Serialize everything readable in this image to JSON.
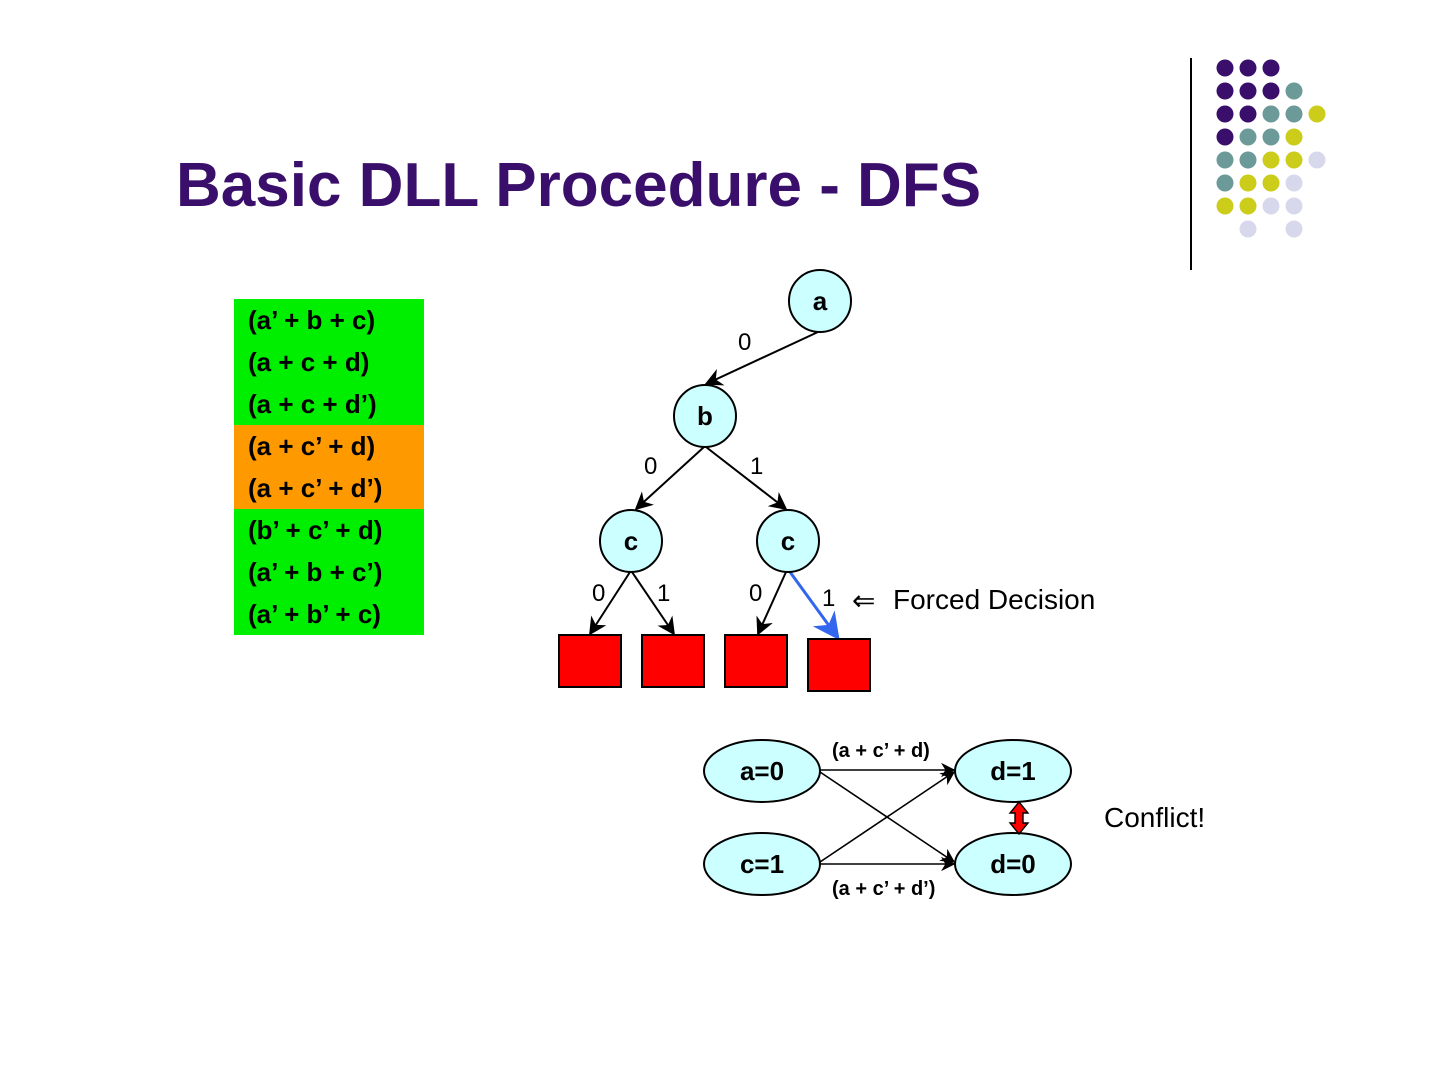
{
  "title": "Basic DLL Procedure - DFS",
  "colors": {
    "title": "#3a0f6b",
    "clause_ok": "#00ee00",
    "clause_conflict": "#ff9900",
    "node_fill": "#ccffff",
    "leaf_fill": "#ff0000",
    "forced_edge": "#3366ee",
    "conflict_arrow": "#ff0000",
    "dot_purple": "#3a0f6b",
    "dot_teal": "#6b9a98",
    "dot_olive": "#cccc1a",
    "dot_lavender": "#d8d8ec"
  },
  "clauses": [
    {
      "text": "(a’ + b + c)",
      "status": "ok"
    },
    {
      "text": "(a + c + d)",
      "status": "ok"
    },
    {
      "text": "(a + c + d’)",
      "status": "ok"
    },
    {
      "text": "(a + c’ + d)",
      "status": "conflict"
    },
    {
      "text": "(a + c’ + d’)",
      "status": "conflict"
    },
    {
      "text": "(b’ + c’ + d)",
      "status": "ok"
    },
    {
      "text": "(a’ + b + c’)",
      "status": "ok"
    },
    {
      "text": "(a’ + b’ + c)",
      "status": "ok"
    }
  ],
  "tree": {
    "nodes": {
      "root": "a",
      "level1": "b",
      "level2_left": "c",
      "level2_right": "c"
    },
    "edge_labels": {
      "a_to_b": "0",
      "b_to_c_left": "0",
      "b_to_c_right": "1",
      "c_left_to_leaf1": "0",
      "c_left_to_leaf2": "1",
      "c_right_to_leaf3": "0",
      "c_right_to_leaf4": "1"
    },
    "forced_arrow_symbol": "⇐",
    "forced_label": "Forced Decision"
  },
  "implication_graph": {
    "nodes": {
      "a0": "a=0",
      "c1": "c=1",
      "d1": "d=1",
      "d0": "d=0"
    },
    "top_clause": "(a + c’ + d)",
    "bottom_clause": "(a + c’ + d’)",
    "conflict_label": "Conflict!"
  },
  "decoration_dots": [
    [
      "purple",
      "purple",
      "purple",
      null,
      null
    ],
    [
      "purple",
      "purple",
      "purple",
      "teal",
      null
    ],
    [
      "purple",
      "purple",
      "teal",
      "teal",
      "olive"
    ],
    [
      "purple",
      "teal",
      "teal",
      "olive",
      null
    ],
    [
      "teal",
      "teal",
      "olive",
      "olive",
      "lavender"
    ],
    [
      "teal",
      "olive",
      "olive",
      "lavender",
      null
    ],
    [
      "olive",
      "olive",
      "lavender",
      "lavender",
      null
    ],
    [
      null,
      "lavender",
      null,
      "lavender",
      null
    ]
  ]
}
